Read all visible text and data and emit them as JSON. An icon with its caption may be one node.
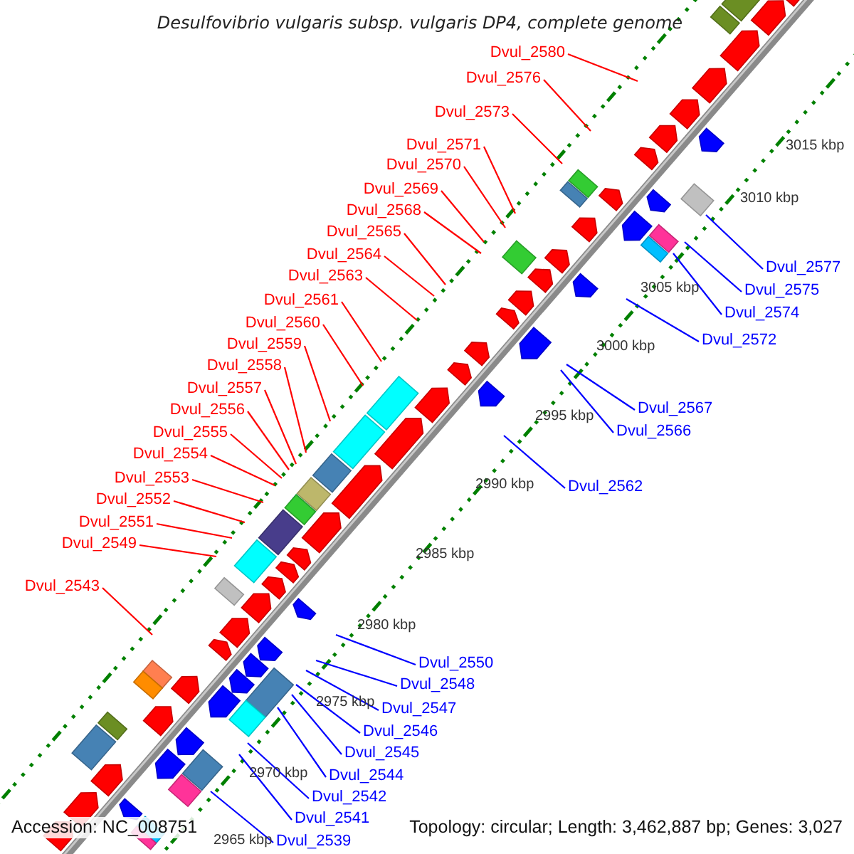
{
  "diagram": {
    "title": "Desulfovibrio vulgaris subsp. vulgaris DP4, complete genome",
    "nodes": [
      {
        "text": [
          "Dvul_2580"
        ]
      },
      {
        "text": [
          "Dvul_2576"
        ]
      },
      {
        "text": [
          "Dvul_2573"
        ]
      },
      {
        "text": [
          "Dvul_2571"
        ]
      },
      {
        "text": [
          "Dvul_2570"
        ]
      },
      {
        "text": [
          "Dvul_2569"
        ]
      },
      {
        "text": [
          "Dvul_2568"
        ]
      },
      {
        "text": [
          "Dvul_2565"
        ]
      },
      {
        "text": [
          "Dvul_2564"
        ]
      },
      {
        "text": [
          "Dvul_2563"
        ]
      },
      {
        "text": [
          "Dvul_2561"
        ]
      },
      {
        "text": [
          "Dvul_2560"
        ]
      },
      {
        "text": [
          "Dvul_2559"
        ]
      },
      {
        "text": [
          "Dvul_2558"
        ]
      },
      {
        "text": [
          "Dvul_2557"
        ]
      },
      {
        "text": [
          "Dvul_2556"
        ]
      },
      {
        "text": [
          "Dvul_2555"
        ]
      },
      {
        "text": [
          "Dvul_2554"
        ]
      },
      {
        "text": [
          "Dvul_2553"
        ]
      },
      {
        "text": [
          "Dvul_2552"
        ]
      },
      {
        "text": [
          "Dvul_2551"
        ]
      },
      {
        "text": [
          "Dvul_2549"
        ]
      },
      {
        "text": [
          "Dvul_2543"
        ]
      },
      {
        "text": [
          "Dvul_2577"
        ]
      },
      {
        "text": [
          "Dvul_2575"
        ]
      },
      {
        "text": [
          "Dvul_2574"
        ]
      },
      {
        "text": [
          "Dvul_2572"
        ]
      },
      {
        "text": [
          "Dvul_2567"
        ]
      },
      {
        "text": [
          "Dvul_2566"
        ]
      },
      {
        "text": [
          "Dvul_2562"
        ]
      },
      {
        "text": [
          "Dvul_2550"
        ]
      },
      {
        "text": [
          "Dvul_2548"
        ]
      },
      {
        "text": [
          "Dvul_2547"
        ]
      },
      {
        "text": [
          "Dvul_2546"
        ]
      },
      {
        "text": [
          "Dvul_2545"
        ]
      },
      {
        "text": [
          "Dvul_2544"
        ]
      },
      {
        "text": [
          "Dvul_2542"
        ]
      },
      {
        "text": [
          "Dvul_2541"
        ]
      },
      {
        "text": [
          "Dvul_2539"
        ]
      }
    ],
    "edges": [
      {
        "from": 0,
        "to": null,
        "arrow": "none"
      },
      {
        "from": 1,
        "to": null,
        "arrow": "none"
      },
      {
        "from": 2,
        "to": null,
        "arrow": "none"
      },
      {
        "from": 3,
        "to": null,
        "arrow": "none"
      },
      {
        "from": 4,
        "to": null,
        "arrow": "none"
      },
      {
        "from": 5,
        "to": null,
        "arrow": "none"
      },
      {
        "from": 6,
        "to": null,
        "arrow": "none"
      },
      {
        "from": 7,
        "to": null,
        "arrow": "none"
      },
      {
        "from": 8,
        "to": null,
        "arrow": "none"
      },
      {
        "from": 9,
        "to": null,
        "arrow": "none"
      },
      {
        "from": 10,
        "to": null,
        "arrow": "none"
      },
      {
        "from": 11,
        "to": null,
        "arrow": "none"
      },
      {
        "from": 12,
        "to": null,
        "arrow": "none"
      },
      {
        "from": 13,
        "to": null,
        "arrow": "none"
      },
      {
        "from": 14,
        "to": null,
        "arrow": "none"
      },
      {
        "from": 15,
        "to": null,
        "arrow": "none"
      },
      {
        "from": 16,
        "to": null,
        "arrow": "none"
      },
      {
        "from": 17,
        "to": null,
        "arrow": "none"
      },
      {
        "from": 18,
        "to": null,
        "arrow": "none"
      },
      {
        "from": 19,
        "to": null,
        "arrow": "none"
      },
      {
        "from": 20,
        "to": null,
        "arrow": "none"
      },
      {
        "from": 21,
        "to": null,
        "arrow": "none"
      },
      {
        "from": 22,
        "to": null,
        "arrow": "none"
      },
      {
        "from": 23,
        "to": null,
        "arrow": "none",
        "color": "#0000ff"
      },
      {
        "from": 24,
        "to": null,
        "arrow": "none",
        "color": "#0000ff"
      },
      {
        "from": 25,
        "to": null,
        "arrow": "none",
        "color": "#0000ff"
      },
      {
        "from": 26,
        "to": null,
        "arrow": "none",
        "color": "#0000ff"
      },
      {
        "from": 27,
        "to": null,
        "arrow": "none",
        "color": "#0000ff"
      },
      {
        "from": 28,
        "to": null,
        "arrow": "none",
        "color": "#0000ff"
      },
      {
        "from": 29,
        "to": null,
        "arrow": "none",
        "color": "#0000ff"
      },
      {
        "from": 30,
        "to": null,
        "arrow": "none",
        "color": "#0000ff"
      },
      {
        "from": 31,
        "to": null,
        "arrow": "none",
        "color": "#0000ff"
      },
      {
        "from": 32,
        "to": null,
        "arrow": "none",
        "color": "#0000ff"
      },
      {
        "from": 33,
        "to": null,
        "arrow": "none",
        "color": "#0000ff"
      },
      {
        "from": 34,
        "to": null,
        "arrow": "none",
        "color": "#0000ff"
      },
      {
        "from": 35,
        "to": null,
        "arrow": "none",
        "color": "#0000ff"
      },
      {
        "from": 36,
        "to": null,
        "arrow": "none",
        "color": "#0000ff"
      },
      {
        "from": 37,
        "to": null,
        "arrow": "none",
        "color": "#0000ff"
      },
      {
        "from": 38,
        "to": null,
        "arrow": "none",
        "color": "#0000ff"
      }
    ],
    "labels": [
      "3015 kbp",
      "3010 kbp",
      "3005 kbp",
      "3000 kbp",
      "2995 kbp",
      "2990 kbp",
      "2985 kbp",
      "2980 kbp",
      "2975 kbp",
      "2970 kbp",
      "2965 kbp",
      "Accession: NC_008751",
      "Topology: circular; Length: 3,462,887 bp; Genes: 3,027"
    ]
  }
}
